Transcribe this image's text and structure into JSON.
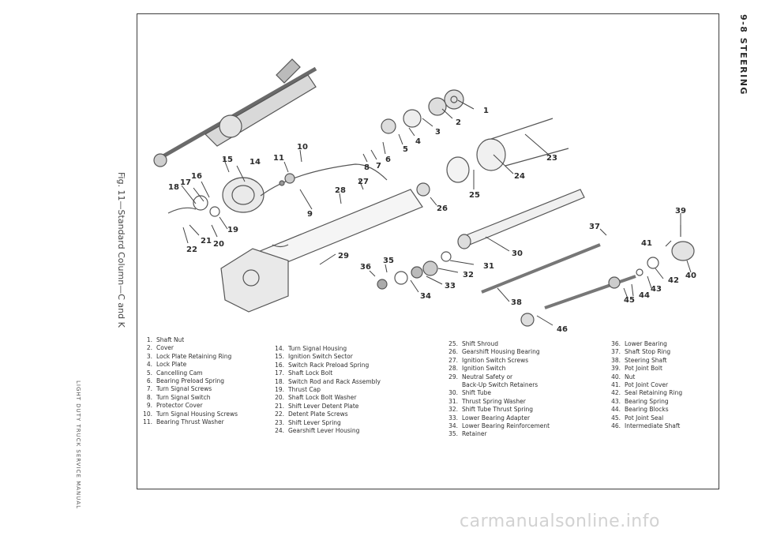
{
  "page": {
    "header": "9-8 STEERING",
    "figure_caption": "Fig. 11—Standard Column—C and K",
    "manual_title": "LIGHT DUTY TRUCK SERVICE MANUAL",
    "watermark": "carmanualsonline.info"
  },
  "legend": {
    "col1": [
      {
        "num": "1.",
        "label": "Shaft Nut"
      },
      {
        "num": "2.",
        "label": "Cover"
      },
      {
        "num": "3.",
        "label": "Lock Plate Retaining Ring"
      },
      {
        "num": "4.",
        "label": "Lock Plate"
      },
      {
        "num": "5.",
        "label": "Cancelling Cam"
      },
      {
        "num": "6.",
        "label": "Bearing Preload Spring"
      },
      {
        "num": "7.",
        "label": "Turn Signal Screws"
      },
      {
        "num": "8.",
        "label": "Turn Signal Switch"
      },
      {
        "num": "9.",
        "label": "Protector Cover"
      },
      {
        "num": "10.",
        "label": "Turn Signal Housing Screws"
      },
      {
        "num": "11.",
        "label": "Bearing Thrust Washer"
      }
    ],
    "col2": [
      {
        "num": "14.",
        "label": "Turn Signal Housing"
      },
      {
        "num": "15.",
        "label": "Ignition Switch Sector"
      },
      {
        "num": "16.",
        "label": "Switch Rack Preload Spring"
      },
      {
        "num": "17.",
        "label": "Shaft Lock Bolt"
      },
      {
        "num": "18.",
        "label": "Switch Rod and Rack Assembly"
      },
      {
        "num": "19.",
        "label": "Thrust Cap"
      },
      {
        "num": "20.",
        "label": "Shaft Lock Bolt Washer"
      },
      {
        "num": "21.",
        "label": "Shift Lever Detent Plate"
      },
      {
        "num": "22.",
        "label": "Detent Plate Screws"
      },
      {
        "num": "23.",
        "label": "Shift Lever Spring"
      },
      {
        "num": "24.",
        "label": "Gearshift Lever Housing"
      }
    ],
    "col3": [
      {
        "num": "25.",
        "label": "Shift Shroud"
      },
      {
        "num": "26.",
        "label": "Gearshift Housing Bearing"
      },
      {
        "num": "27.",
        "label": "Ignition Switch Screws"
      },
      {
        "num": "28.",
        "label": "Ignition Switch"
      },
      {
        "num": "29.",
        "label": "Neutral Safety or"
      },
      {
        "num": "",
        "label": "Back-Up Switch Retainers"
      },
      {
        "num": "30.",
        "label": "Shift Tube"
      },
      {
        "num": "31.",
        "label": "Thrust Spring Washer"
      },
      {
        "num": "32.",
        "label": "Shift Tube Thrust Spring"
      },
      {
        "num": "33.",
        "label": "Lower Bearing Adapter"
      },
      {
        "num": "34.",
        "label": "Lower Bearing Reinforcement"
      },
      {
        "num": "35.",
        "label": "Retainer"
      }
    ],
    "col4": [
      {
        "num": "36.",
        "label": "Lower Bearing"
      },
      {
        "num": "37.",
        "label": "Shaft Stop Ring"
      },
      {
        "num": "38.",
        "label": "Steering Shaft"
      },
      {
        "num": "39.",
        "label": "Pot Joint Bolt"
      },
      {
        "num": "40.",
        "label": "Nut"
      },
      {
        "num": "41.",
        "label": "Pot Joint Cover"
      },
      {
        "num": "42.",
        "label": "Seal Retaining Ring"
      },
      {
        "num": "43.",
        "label": "Bearing Spring"
      },
      {
        "num": "44.",
        "label": "Bearing Blocks"
      },
      {
        "num": "45.",
        "label": "Pot Joint Seal"
      },
      {
        "num": "46.",
        "label": "Intermediate Shaft"
      }
    ]
  },
  "callouts": [
    "1",
    "2",
    "3",
    "4",
    "5",
    "6",
    "7",
    "8",
    "9",
    "10",
    "11",
    "14",
    "15",
    "16",
    "17",
    "18",
    "19",
    "20",
    "21",
    "22",
    "23",
    "24",
    "25",
    "26",
    "27",
    "28",
    "29",
    "30",
    "31",
    "32",
    "33",
    "34",
    "35",
    "36",
    "37",
    "38",
    "39",
    "40",
    "41",
    "42",
    "43",
    "44",
    "45",
    "46"
  ]
}
